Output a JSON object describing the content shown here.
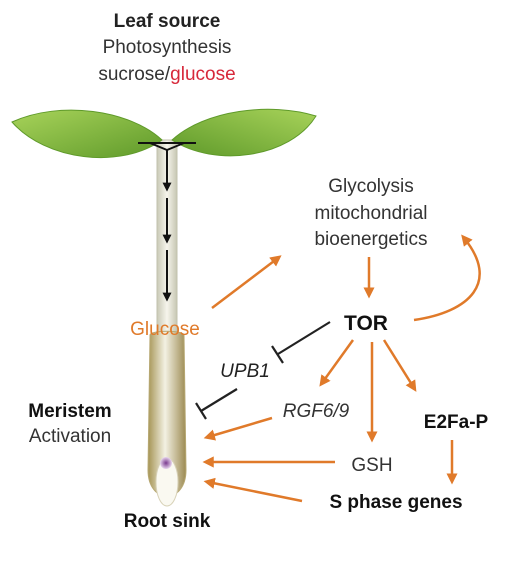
{
  "leaf": {
    "title": "Leaf source",
    "line1": "Photosynthesis",
    "line2_a": "sucrose/",
    "line2_b": "glucose"
  },
  "glycolysis": {
    "line1": "Glycolysis",
    "line2": "mitochondrial",
    "line3": "bioenergetics"
  },
  "labels": {
    "glucose": "Glucose",
    "tor": "TOR",
    "upb1": "UPB1",
    "rgf": "RGF6/9",
    "e2fa": "E2Fa-P",
    "gsh": "GSH",
    "sphase": "S phase genes",
    "meristem": "Meristem",
    "activation": "Activation",
    "root_sink": "Root sink"
  },
  "colors": {
    "arrow_orange": "#e07a2a",
    "glucose_red": "#d7283a",
    "inhibit_black": "#222222",
    "leaf_green": "#7fb83a",
    "stem_tan": "#9c8a52"
  }
}
